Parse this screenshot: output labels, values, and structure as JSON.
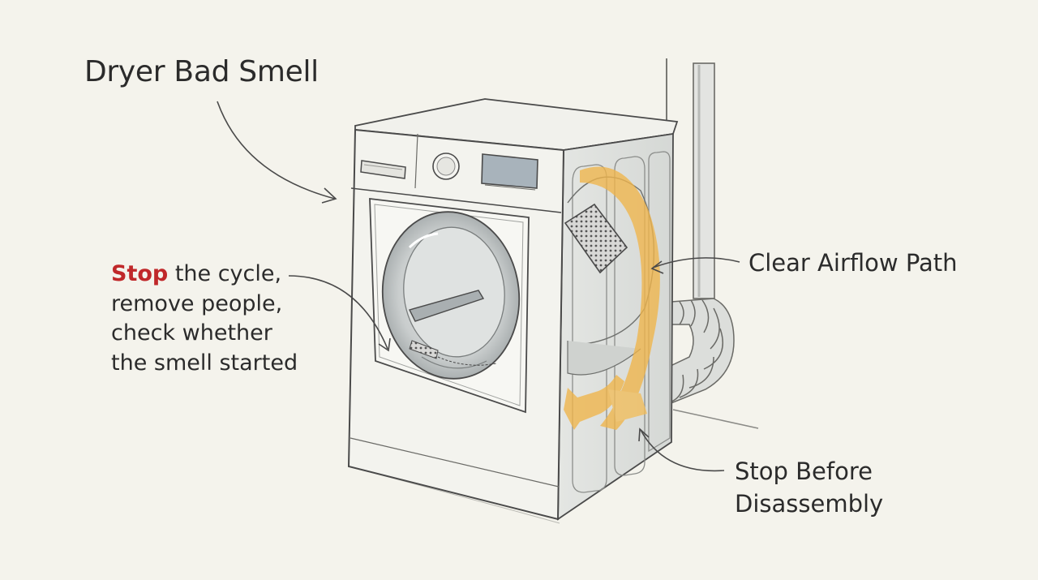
{
  "title": "Dryer Bad Smell",
  "note": {
    "emphasis": "Stop",
    "line1_rest": " the cycle,",
    "line2": "remove people,",
    "line3": "check whether",
    "line4": "the smell started"
  },
  "callouts": {
    "airflow": "Clear Airflow Path",
    "disassembly_line1": "Stop Before",
    "disassembly_line2": "Disassembly"
  },
  "colors": {
    "background": "#f4f3ec",
    "ink": "#4a4a4a",
    "airflow_highlight": "#f0b54a",
    "emphasis_red": "#c0282a"
  }
}
